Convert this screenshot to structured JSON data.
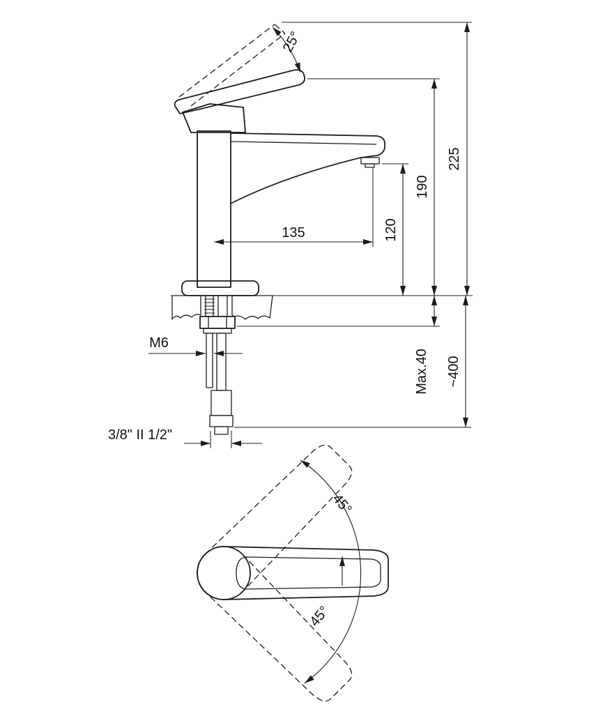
{
  "side_view": {
    "labels": {
      "lever_angle": "25°",
      "overall_height": "225",
      "body_height": "190",
      "spout_height": "120",
      "spout_reach": "135",
      "fixing_thread": "M6",
      "max_deck_thickness": "Max.40",
      "hose_length": "~400",
      "connection_size": "3/8\" II 1/2\""
    }
  },
  "top_view": {
    "labels": {
      "handle_swing_up": "45°",
      "handle_swing_down": "45°"
    }
  },
  "colors": {
    "line": "#1c1c1c",
    "background": "#ffffff",
    "hatch": "#8a8a8a"
  }
}
